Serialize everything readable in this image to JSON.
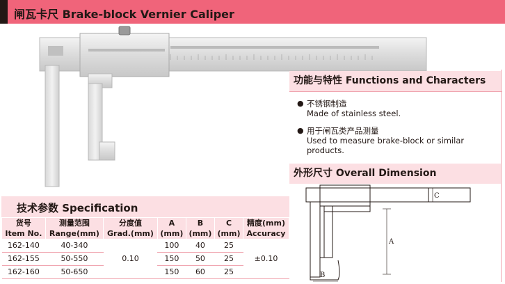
{
  "title": "闸瓦卡尺 Brake-block Vernier Caliper",
  "functions": {
    "heading": "功能与特性 Functions and Characters",
    "items": [
      {
        "cn": "不锈钢制造",
        "en": "Made of stainless steel."
      },
      {
        "cn": "用于闸瓦类产品测量",
        "en": "Used to measure brake-block or similar products."
      }
    ],
    "bullet": "●"
  },
  "dimension": {
    "heading": "外形尺寸 Overall Dimension",
    "labels": {
      "a": "A",
      "b": "B",
      "c": "C"
    }
  },
  "spec": {
    "heading": "技术参数 Specification",
    "headers": [
      {
        "cn": "货号",
        "en": "Item No."
      },
      {
        "cn": "测量范围",
        "en": "Range(mm)"
      },
      {
        "cn": "分度值",
        "en": "Grad.(mm)"
      },
      {
        "cn": "A",
        "en": "(mm)"
      },
      {
        "cn": "B",
        "en": "(mm)"
      },
      {
        "cn": "C",
        "en": "(mm)"
      },
      {
        "cn": "精度(mm)",
        "en": "Accuracy"
      }
    ],
    "grad": "0.10",
    "accuracy": "±0.10",
    "rows": [
      {
        "item": "162-140",
        "range": "40-340",
        "a": "100",
        "b": "40",
        "c": "25"
      },
      {
        "item": "162-155",
        "range": "50-550",
        "a": "150",
        "b": "50",
        "c": "25"
      },
      {
        "item": "162-160",
        "range": "50-650",
        "a": "150",
        "b": "60",
        "c": "25"
      }
    ]
  },
  "colors": {
    "accent": "#f0647a",
    "panel": "#fcdfe3",
    "dark": "#231815"
  }
}
